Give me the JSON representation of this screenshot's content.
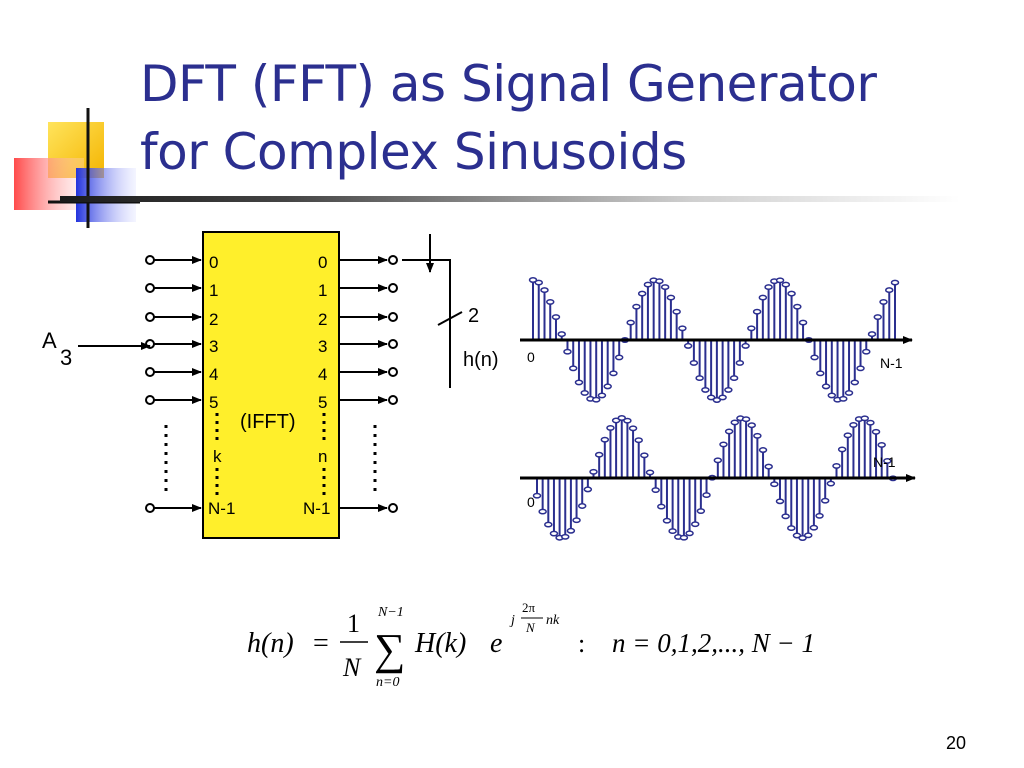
{
  "slide": {
    "title_line1": "DFT (FFT) as Signal Generator",
    "title_line2": "for Complex Sinusoids",
    "page_number": "20"
  },
  "block": {
    "label": "(IFFT)",
    "input_labels": [
      "0",
      "1",
      "2",
      "3",
      "4",
      "5",
      "k",
      "N-1"
    ],
    "output_labels": [
      "0",
      "1",
      "2",
      "3",
      "4",
      "5",
      "n",
      "N-1"
    ],
    "input_amplitude": "A",
    "input_amplitude_index": "3"
  },
  "output": {
    "label": "h(n)",
    "bus_width": "2"
  },
  "plots": {
    "top_start": "0",
    "top_end": "N-1",
    "bottom_start": "0",
    "bottom_end": "N-1"
  },
  "formula": {
    "lhs": "h(n)",
    "equals": "=",
    "frac_num": "1",
    "frac_den": "N",
    "sum_upper": "N−1",
    "sum_lower": "n=0",
    "term_H": "H(k)",
    "term_e": "e",
    "exp_j": "j",
    "exp_num": "2π",
    "exp_den": "N",
    "exp_nk": "nk",
    "colon": ":",
    "range": "n = 0,1,2,..., N − 1"
  }
}
